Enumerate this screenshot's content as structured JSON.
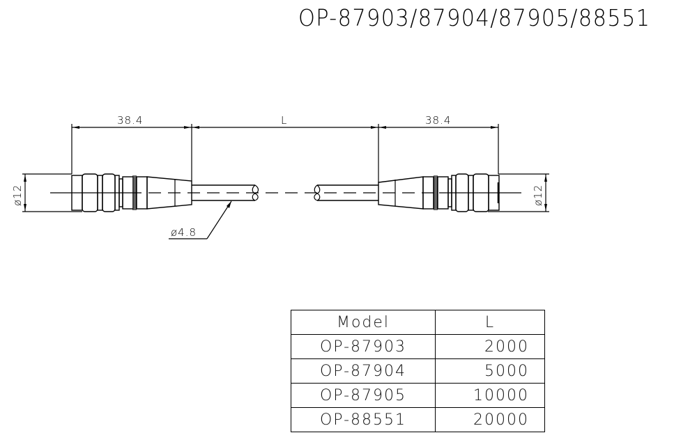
{
  "title": "OP-87903/87904/87905/88551",
  "drawing": {
    "dimensions": {
      "left_connector_length": "38.4",
      "cable_length": "L",
      "right_connector_length": "38.4",
      "left_diameter": "ø12",
      "right_diameter": "ø12",
      "cable_diameter": "ø4.8"
    },
    "components": [
      "left-connector",
      "cable",
      "right-connector"
    ]
  },
  "table": {
    "headers": [
      "Model",
      "L"
    ],
    "rows": [
      {
        "model": "OP-87903",
        "length": "2000"
      },
      {
        "model": "OP-87904",
        "length": "5000"
      },
      {
        "model": "OP-87905",
        "length": "10000"
      },
      {
        "model": "OP-88551",
        "length": "20000"
      }
    ]
  },
  "colors": {
    "line": "#000000",
    "background": "#ffffff"
  }
}
